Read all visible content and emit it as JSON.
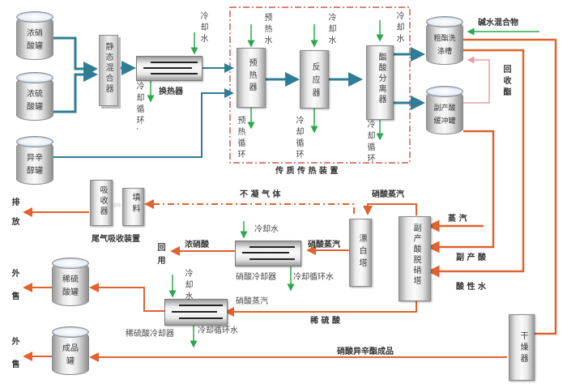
{
  "title": "硝酸异辛酯生产工艺流程",
  "colors": {
    "material_flow": "#2e7d94",
    "hot_flow": "#e0622f",
    "cooling_flow": "#2aa84a",
    "recycle_flow": "#e5a0a0",
    "boundary": "#c0392b"
  },
  "tanks": {
    "conc_nitric": "浓硝\n酸罐",
    "conc_sulfuric": "浓硫\n酸罐",
    "isooctanol": "异辛\n醇罐",
    "crude_wash": "粗酯洗\n涤槽",
    "byproduct_buffer": "副产酸\n缓冲罐",
    "dilute_sulfuric": "稀硫\n酸罐",
    "product": "成品\n罐"
  },
  "equipment": {
    "static_mixer": "静态混合器",
    "heat_exchanger": "换热器",
    "preheater": "预热器",
    "reactor": "反应器",
    "ester_separator": "酯酸分离器",
    "absorber": "吸收器",
    "packing": "填料",
    "bleach_tower": "漂白塔",
    "denitration_tower": "副产酸脱硝塔",
    "dryer": "干燥器",
    "nitric_cooler": "硝酸冷却器",
    "sulfuric_cooler": "稀硫酸冷却器"
  },
  "labels": {
    "cooling_water": "冷却水",
    "cooling_cycle": "冷却循环",
    "cooling_cycle_dot": "冷却循环.",
    "preheat_water": "预热水",
    "preheat_cycle": "预热循环",
    "heat_exchanger_label": "换热器",
    "mass_heat_transfer": "传 质 传 热 装 置",
    "alkali_water_mix": "碱水混合物",
    "recovered_ester": "回收酯",
    "noncondensable_gas": "不 凝 气 体",
    "tail_gas_unit": "尾气吸收装置",
    "discharge": "排放",
    "nitric_vapor": "硝酸蒸汽",
    "steam": "蒸 汽",
    "byproduct_acid": "副 产 酸",
    "acidic_water": "酸 性 水",
    "conc_nitric_acid": "浓硝酸",
    "reuse": "回用",
    "nitric_cooler_label": "硝酸冷却器",
    "cooling_cycle_water": "冷却循环水",
    "dilute_sulfuric_acid": "稀 硫 酸",
    "sulfuric_cooler_label": "稀硫酸冷却器",
    "for_sale": "外售",
    "product_flow": "硝酸异辛酯成品"
  }
}
